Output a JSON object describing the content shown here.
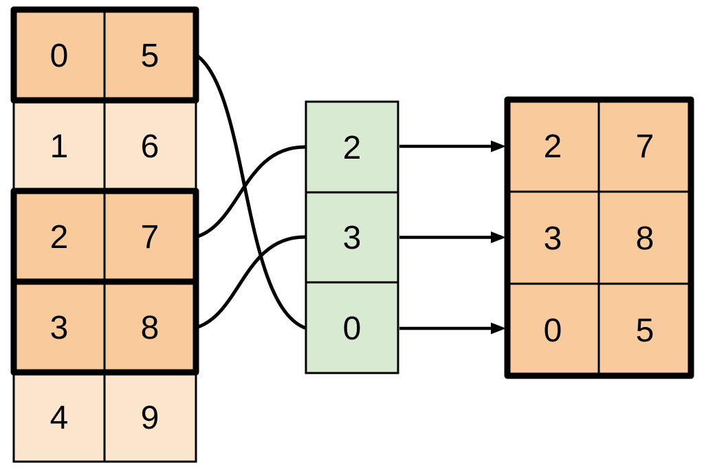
{
  "source_table": {
    "rows": [
      {
        "values": [
          "0",
          "5"
        ],
        "selected": true
      },
      {
        "values": [
          "1",
          "6"
        ],
        "selected": false
      },
      {
        "values": [
          "2",
          "7"
        ],
        "selected": true
      },
      {
        "values": [
          "3",
          "8"
        ],
        "selected": true
      },
      {
        "values": [
          "4",
          "9"
        ],
        "selected": false
      }
    ]
  },
  "index_column": {
    "values": [
      "2",
      "3",
      "0"
    ]
  },
  "result_table": {
    "rows": [
      {
        "values": [
          "2",
          "7"
        ]
      },
      {
        "values": [
          "3",
          "8"
        ]
      },
      {
        "values": [
          "0",
          "5"
        ]
      }
    ]
  },
  "colors": {
    "selected_fill": "#f9cb9c",
    "unselected_fill": "#fce5cd",
    "index_fill": "#d9ead3",
    "stroke": "#000000",
    "background": "#ffffff"
  }
}
